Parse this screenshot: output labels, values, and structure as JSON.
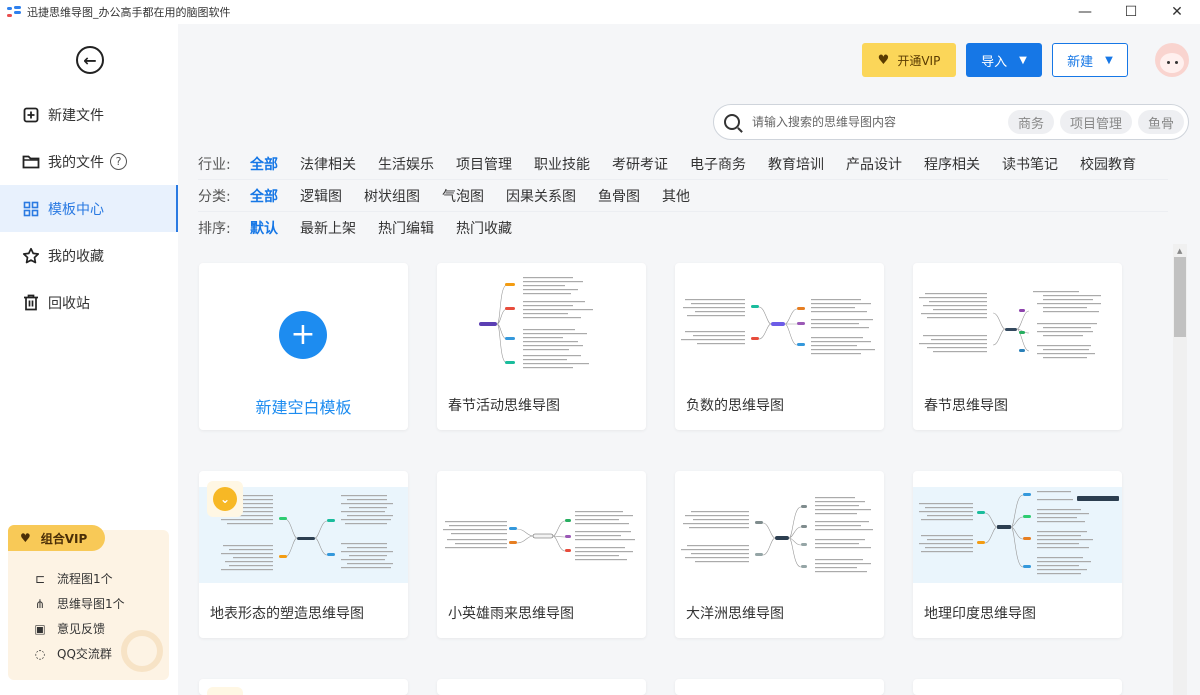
{
  "window": {
    "title": "迅捷思维导图_办公高手都在用的脑图软件",
    "controls": [
      "—",
      "☐",
      "✕"
    ]
  },
  "sidebar": {
    "back_icon": "←",
    "items": [
      {
        "label": "新建文件",
        "icon": "plus-square-icon"
      },
      {
        "label": "我的文件",
        "icon": "folder-icon",
        "help": "?"
      },
      {
        "label": "模板中心",
        "icon": "grid-icon"
      },
      {
        "label": "我的收藏",
        "icon": "star-icon"
      },
      {
        "label": "回收站",
        "icon": "trash-icon"
      }
    ],
    "vip": {
      "title": "组合VIP",
      "items": [
        {
          "label": "流程图1个",
          "icon": "flowchart-icon"
        },
        {
          "label": "思维导图1个",
          "icon": "mindmap-icon"
        },
        {
          "label": "意见反馈",
          "icon": "feedback-icon"
        },
        {
          "label": "QQ交流群",
          "icon": "qq-icon"
        }
      ]
    }
  },
  "header": {
    "vip_button": "开通VIP",
    "import_button": "导入",
    "new_button": "新建"
  },
  "search": {
    "placeholder": "请输入搜索的思维导图内容",
    "tags": [
      "商务",
      "项目管理",
      "鱼骨"
    ]
  },
  "filters": {
    "industry": {
      "label": "行业:",
      "options": [
        "全部",
        "法律相关",
        "生活娱乐",
        "项目管理",
        "职业技能",
        "考研考证",
        "电子商务",
        "教育培训",
        "产品设计",
        "程序相关",
        "读书笔记",
        "校园教育"
      ],
      "selected": "全部"
    },
    "category": {
      "label": "分类:",
      "options": [
        "全部",
        "逻辑图",
        "树状组图",
        "气泡图",
        "因果关系图",
        "鱼骨图",
        "其他"
      ],
      "selected": "全部"
    },
    "sort": {
      "label": "排序:",
      "options": [
        "默认",
        "最新上架",
        "热门编辑",
        "热门收藏"
      ],
      "selected": "默认"
    }
  },
  "cards": [
    {
      "title": "新建空白模板",
      "type": "new"
    },
    {
      "title": "春节活动思维导图"
    },
    {
      "title": "负数的思维导图"
    },
    {
      "title": "春节思维导图"
    },
    {
      "title": "地表形态的塑造思维导图",
      "vip": true
    },
    {
      "title": "小英雄雨来思维导图"
    },
    {
      "title": "大洋洲思维导图"
    },
    {
      "title": "地理印度思维导图"
    }
  ],
  "colors": {
    "accent": "#1677e6",
    "vip_yellow": "#fbd659",
    "active_bg": "#e8f1fd"
  }
}
